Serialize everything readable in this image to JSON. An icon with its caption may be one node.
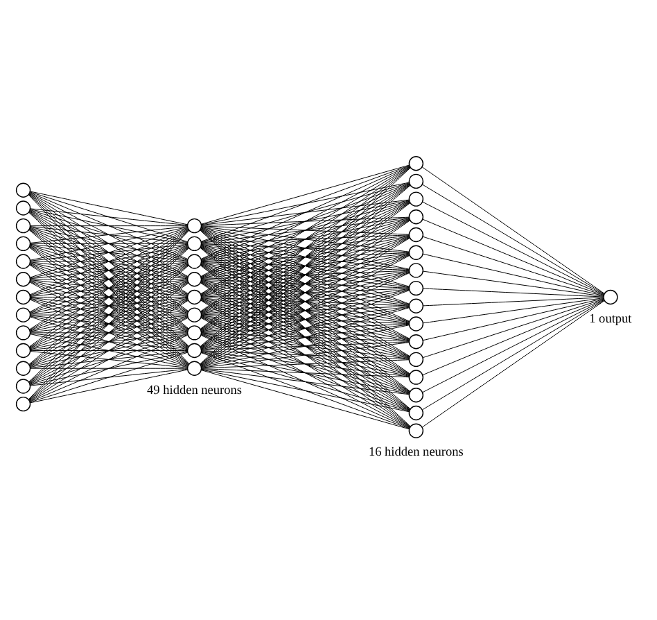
{
  "diagram": {
    "nodes": [
      {
        "text": [],
        "shape": "circle"
      },
      {
        "text": [],
        "shape": "circle"
      },
      {
        "text": [],
        "shape": "circle"
      },
      {
        "text": [],
        "shape": "circle"
      },
      {
        "text": [],
        "shape": "circle"
      },
      {
        "text": [],
        "shape": "circle"
      },
      {
        "text": [],
        "shape": "circle"
      },
      {
        "text": [],
        "shape": "circle"
      },
      {
        "text": [],
        "shape": "circle"
      },
      {
        "text": [],
        "shape": "circle"
      },
      {
        "text": [],
        "shape": "circle"
      },
      {
        "text": [],
        "shape": "circle"
      },
      {
        "text": [],
        "shape": "circle"
      },
      {
        "text": [],
        "shape": "circle"
      },
      {
        "text": [],
        "shape": "circle"
      },
      {
        "text": [],
        "shape": "circle"
      },
      {
        "text": [],
        "shape": "circle"
      },
      {
        "text": [],
        "shape": "circle"
      },
      {
        "text": [],
        "shape": "circle"
      },
      {
        "text": [],
        "shape": "circle"
      },
      {
        "text": [],
        "shape": "circle"
      },
      {
        "text": [],
        "shape": "circle"
      },
      {
        "text": [],
        "shape": "circle"
      },
      {
        "text": [],
        "shape": "circle"
      },
      {
        "text": [],
        "shape": "circle"
      },
      {
        "text": [],
        "shape": "circle"
      },
      {
        "text": [],
        "shape": "circle"
      },
      {
        "text": [],
        "shape": "circle"
      },
      {
        "text": [],
        "shape": "circle"
      },
      {
        "text": [],
        "shape": "circle"
      },
      {
        "text": [],
        "shape": "circle"
      },
      {
        "text": [],
        "shape": "circle"
      },
      {
        "text": [],
        "shape": "circle"
      },
      {
        "text": [],
        "shape": "circle"
      },
      {
        "text": [],
        "shape": "circle"
      },
      {
        "text": [],
        "shape": "circle"
      },
      {
        "text": [],
        "shape": "circle"
      },
      {
        "text": [],
        "shape": "circle"
      },
      {
        "text": [],
        "shape": "circle"
      }
    ],
    "edges": [
      {
        "from": 0,
        "to": 13,
        "arrow": "none"
      },
      {
        "from": 0,
        "to": 14,
        "arrow": "none"
      },
      {
        "from": 0,
        "to": 15,
        "arrow": "none"
      },
      {
        "from": 0,
        "to": 16,
        "arrow": "none"
      },
      {
        "from": 0,
        "to": 17,
        "arrow": "none"
      },
      {
        "from": 0,
        "to": 18,
        "arrow": "none"
      },
      {
        "from": 0,
        "to": 19,
        "arrow": "none"
      },
      {
        "from": 0,
        "to": 20,
        "arrow": "none"
      },
      {
        "from": 0,
        "to": 21,
        "arrow": "none"
      },
      {
        "from": 1,
        "to": 13,
        "arrow": "none"
      },
      {
        "from": 1,
        "to": 14,
        "arrow": "none"
      },
      {
        "from": 1,
        "to": 15,
        "arrow": "none"
      },
      {
        "from": 1,
        "to": 16,
        "arrow": "none"
      },
      {
        "from": 1,
        "to": 17,
        "arrow": "none"
      },
      {
        "from": 1,
        "to": 18,
        "arrow": "none"
      },
      {
        "from": 1,
        "to": 19,
        "arrow": "none"
      },
      {
        "from": 1,
        "to": 20,
        "arrow": "none"
      },
      {
        "from": 1,
        "to": 21,
        "arrow": "none"
      },
      {
        "from": 2,
        "to": 13,
        "arrow": "none"
      },
      {
        "from": 2,
        "to": 14,
        "arrow": "none"
      },
      {
        "from": 2,
        "to": 15,
        "arrow": "none"
      },
      {
        "from": 2,
        "to": 16,
        "arrow": "none"
      },
      {
        "from": 2,
        "to": 17,
        "arrow": "none"
      },
      {
        "from": 2,
        "to": 18,
        "arrow": "none"
      },
      {
        "from": 2,
        "to": 19,
        "arrow": "none"
      },
      {
        "from": 2,
        "to": 20,
        "arrow": "none"
      },
      {
        "from": 2,
        "to": 21,
        "arrow": "none"
      },
      {
        "from": 3,
        "to": 13,
        "arrow": "none"
      },
      {
        "from": 3,
        "to": 14,
        "arrow": "none"
      },
      {
        "from": 3,
        "to": 15,
        "arrow": "none"
      },
      {
        "from": 3,
        "to": 16,
        "arrow": "none"
      },
      {
        "from": 3,
        "to": 17,
        "arrow": "none"
      },
      {
        "from": 3,
        "to": 18,
        "arrow": "none"
      },
      {
        "from": 3,
        "to": 19,
        "arrow": "none"
      },
      {
        "from": 3,
        "to": 20,
        "arrow": "none"
      },
      {
        "from": 3,
        "to": 21,
        "arrow": "none"
      },
      {
        "from": 4,
        "to": 13,
        "arrow": "none"
      },
      {
        "from": 4,
        "to": 14,
        "arrow": "none"
      },
      {
        "from": 4,
        "to": 15,
        "arrow": "none"
      },
      {
        "from": 4,
        "to": 16,
        "arrow": "none"
      },
      {
        "from": 4,
        "to": 17,
        "arrow": "none"
      },
      {
        "from": 4,
        "to": 18,
        "arrow": "none"
      },
      {
        "from": 4,
        "to": 19,
        "arrow": "none"
      },
      {
        "from": 4,
        "to": 20,
        "arrow": "none"
      },
      {
        "from": 4,
        "to": 21,
        "arrow": "none"
      },
      {
        "from": 5,
        "to": 13,
        "arrow": "none"
      },
      {
        "from": 5,
        "to": 14,
        "arrow": "none"
      },
      {
        "from": 5,
        "to": 15,
        "arrow": "none"
      },
      {
        "from": 5,
        "to": 16,
        "arrow": "none"
      },
      {
        "from": 5,
        "to": 17,
        "arrow": "none"
      },
      {
        "from": 5,
        "to": 18,
        "arrow": "none"
      },
      {
        "from": 5,
        "to": 19,
        "arrow": "none"
      },
      {
        "from": 5,
        "to": 20,
        "arrow": "none"
      },
      {
        "from": 5,
        "to": 21,
        "arrow": "none"
      },
      {
        "from": 6,
        "to": 13,
        "arrow": "none"
      },
      {
        "from": 6,
        "to": 14,
        "arrow": "none"
      },
      {
        "from": 6,
        "to": 15,
        "arrow": "none"
      },
      {
        "from": 6,
        "to": 16,
        "arrow": "none"
      },
      {
        "from": 6,
        "to": 17,
        "arrow": "none"
      },
      {
        "from": 6,
        "to": 18,
        "arrow": "none"
      },
      {
        "from": 6,
        "to": 19,
        "arrow": "none"
      },
      {
        "from": 6,
        "to": 20,
        "arrow": "none"
      },
      {
        "from": 6,
        "to": 21,
        "arrow": "none"
      },
      {
        "from": 7,
        "to": 13,
        "arrow": "none"
      },
      {
        "from": 7,
        "to": 14,
        "arrow": "none"
      },
      {
        "from": 7,
        "to": 15,
        "arrow": "none"
      },
      {
        "from": 7,
        "to": 16,
        "arrow": "none"
      },
      {
        "from": 7,
        "to": 17,
        "arrow": "none"
      },
      {
        "from": 7,
        "to": 18,
        "arrow": "none"
      },
      {
        "from": 7,
        "to": 19,
        "arrow": "none"
      },
      {
        "from": 7,
        "to": 20,
        "arrow": "none"
      },
      {
        "from": 7,
        "to": 21,
        "arrow": "none"
      },
      {
        "from": 8,
        "to": 13,
        "arrow": "none"
      },
      {
        "from": 8,
        "to": 14,
        "arrow": "none"
      },
      {
        "from": 8,
        "to": 15,
        "arrow": "none"
      },
      {
        "from": 8,
        "to": 16,
        "arrow": "none"
      },
      {
        "from": 8,
        "to": 17,
        "arrow": "none"
      },
      {
        "from": 8,
        "to": 18,
        "arrow": "none"
      },
      {
        "from": 8,
        "to": 19,
        "arrow": "none"
      },
      {
        "from": 8,
        "to": 20,
        "arrow": "none"
      },
      {
        "from": 8,
        "to": 21,
        "arrow": "none"
      },
      {
        "from": 9,
        "to": 13,
        "arrow": "none"
      },
      {
        "from": 9,
        "to": 14,
        "arrow": "none"
      },
      {
        "from": 9,
        "to": 15,
        "arrow": "none"
      },
      {
        "from": 9,
        "to": 16,
        "arrow": "none"
      },
      {
        "from": 9,
        "to": 17,
        "arrow": "none"
      },
      {
        "from": 9,
        "to": 18,
        "arrow": "none"
      },
      {
        "from": 9,
        "to": 19,
        "arrow": "none"
      },
      {
        "from": 9,
        "to": 20,
        "arrow": "none"
      },
      {
        "from": 9,
        "to": 21,
        "arrow": "none"
      },
      {
        "from": 10,
        "to": 13,
        "arrow": "none"
      },
      {
        "from": 10,
        "to": 14,
        "arrow": "none"
      },
      {
        "from": 10,
        "to": 15,
        "arrow": "none"
      },
      {
        "from": 10,
        "to": 16,
        "arrow": "none"
      },
      {
        "from": 10,
        "to": 17,
        "arrow": "none"
      },
      {
        "from": 10,
        "to": 18,
        "arrow": "none"
      },
      {
        "from": 10,
        "to": 19,
        "arrow": "none"
      },
      {
        "from": 10,
        "to": 20,
        "arrow": "none"
      },
      {
        "from": 10,
        "to": 21,
        "arrow": "none"
      },
      {
        "from": 11,
        "to": 13,
        "arrow": "none"
      },
      {
        "from": 11,
        "to": 14,
        "arrow": "none"
      },
      {
        "from": 11,
        "to": 15,
        "arrow": "none"
      },
      {
        "from": 11,
        "to": 16,
        "arrow": "none"
      },
      {
        "from": 11,
        "to": 17,
        "arrow": "none"
      },
      {
        "from": 11,
        "to": 18,
        "arrow": "none"
      },
      {
        "from": 11,
        "to": 19,
        "arrow": "none"
      },
      {
        "from": 11,
        "to": 20,
        "arrow": "none"
      },
      {
        "from": 11,
        "to": 21,
        "arrow": "none"
      },
      {
        "from": 12,
        "to": 13,
        "arrow": "none"
      },
      {
        "from": 12,
        "to": 14,
        "arrow": "none"
      },
      {
        "from": 12,
        "to": 15,
        "arrow": "none"
      },
      {
        "from": 12,
        "to": 16,
        "arrow": "none"
      },
      {
        "from": 12,
        "to": 17,
        "arrow": "none"
      },
      {
        "from": 12,
        "to": 18,
        "arrow": "none"
      },
      {
        "from": 12,
        "to": 19,
        "arrow": "none"
      },
      {
        "from": 12,
        "to": 20,
        "arrow": "none"
      },
      {
        "from": 12,
        "to": 21,
        "arrow": "none"
      },
      {
        "from": 13,
        "to": 22,
        "arrow": "none"
      },
      {
        "from": 13,
        "to": 23,
        "arrow": "none"
      },
      {
        "from": 13,
        "to": 24,
        "arrow": "none"
      },
      {
        "from": 13,
        "to": 25,
        "arrow": "none"
      },
      {
        "from": 13,
        "to": 26,
        "arrow": "none"
      },
      {
        "from": 13,
        "to": 27,
        "arrow": "none"
      },
      {
        "from": 13,
        "to": 28,
        "arrow": "none"
      },
      {
        "from": 13,
        "to": 29,
        "arrow": "none"
      },
      {
        "from": 13,
        "to": 30,
        "arrow": "none"
      },
      {
        "from": 13,
        "to": 31,
        "arrow": "none"
      },
      {
        "from": 13,
        "to": 32,
        "arrow": "none"
      },
      {
        "from": 13,
        "to": 33,
        "arrow": "none"
      },
      {
        "from": 13,
        "to": 34,
        "arrow": "none"
      },
      {
        "from": 13,
        "to": 35,
        "arrow": "none"
      },
      {
        "from": 13,
        "to": 36,
        "arrow": "none"
      },
      {
        "from": 13,
        "to": 37,
        "arrow": "none"
      },
      {
        "from": 14,
        "to": 22,
        "arrow": "none"
      },
      {
        "from": 14,
        "to": 23,
        "arrow": "none"
      },
      {
        "from": 14,
        "to": 24,
        "arrow": "none"
      },
      {
        "from": 14,
        "to": 25,
        "arrow": "none"
      },
      {
        "from": 14,
        "to": 26,
        "arrow": "none"
      },
      {
        "from": 14,
        "to": 27,
        "arrow": "none"
      },
      {
        "from": 14,
        "to": 28,
        "arrow": "none"
      },
      {
        "from": 14,
        "to": 29,
        "arrow": "none"
      },
      {
        "from": 14,
        "to": 30,
        "arrow": "none"
      },
      {
        "from": 14,
        "to": 31,
        "arrow": "none"
      },
      {
        "from": 14,
        "to": 32,
        "arrow": "none"
      },
      {
        "from": 14,
        "to": 33,
        "arrow": "none"
      },
      {
        "from": 14,
        "to": 34,
        "arrow": "none"
      },
      {
        "from": 14,
        "to": 35,
        "arrow": "none"
      },
      {
        "from": 14,
        "to": 36,
        "arrow": "none"
      },
      {
        "from": 14,
        "to": 37,
        "arrow": "none"
      },
      {
        "from": 15,
        "to": 22,
        "arrow": "none"
      },
      {
        "from": 15,
        "to": 23,
        "arrow": "none"
      },
      {
        "from": 15,
        "to": 24,
        "arrow": "none"
      },
      {
        "from": 15,
        "to": 25,
        "arrow": "none"
      },
      {
        "from": 15,
        "to": 26,
        "arrow": "none"
      },
      {
        "from": 15,
        "to": 27,
        "arrow": "none"
      },
      {
        "from": 15,
        "to": 28,
        "arrow": "none"
      },
      {
        "from": 15,
        "to": 29,
        "arrow": "none"
      },
      {
        "from": 15,
        "to": 30,
        "arrow": "none"
      },
      {
        "from": 15,
        "to": 31,
        "arrow": "none"
      },
      {
        "from": 15,
        "to": 32,
        "arrow": "none"
      },
      {
        "from": 15,
        "to": 33,
        "arrow": "none"
      },
      {
        "from": 15,
        "to": 34,
        "arrow": "none"
      },
      {
        "from": 15,
        "to": 35,
        "arrow": "none"
      },
      {
        "from": 15,
        "to": 36,
        "arrow": "none"
      },
      {
        "from": 15,
        "to": 37,
        "arrow": "none"
      },
      {
        "from": 16,
        "to": 22,
        "arrow": "none"
      },
      {
        "from": 16,
        "to": 23,
        "arrow": "none"
      },
      {
        "from": 16,
        "to": 24,
        "arrow": "none"
      },
      {
        "from": 16,
        "to": 25,
        "arrow": "none"
      },
      {
        "from": 16,
        "to": 26,
        "arrow": "none"
      },
      {
        "from": 16,
        "to": 27,
        "arrow": "none"
      },
      {
        "from": 16,
        "to": 28,
        "arrow": "none"
      },
      {
        "from": 16,
        "to": 29,
        "arrow": "none"
      },
      {
        "from": 16,
        "to": 30,
        "arrow": "none"
      },
      {
        "from": 16,
        "to": 31,
        "arrow": "none"
      },
      {
        "from": 16,
        "to": 32,
        "arrow": "none"
      },
      {
        "from": 16,
        "to": 33,
        "arrow": "none"
      },
      {
        "from": 16,
        "to": 34,
        "arrow": "none"
      },
      {
        "from": 16,
        "to": 35,
        "arrow": "none"
      },
      {
        "from": 16,
        "to": 36,
        "arrow": "none"
      },
      {
        "from": 16,
        "to": 37,
        "arrow": "none"
      },
      {
        "from": 17,
        "to": 22,
        "arrow": "none"
      },
      {
        "from": 17,
        "to": 23,
        "arrow": "none"
      },
      {
        "from": 17,
        "to": 24,
        "arrow": "none"
      },
      {
        "from": 17,
        "to": 25,
        "arrow": "none"
      },
      {
        "from": 17,
        "to": 26,
        "arrow": "none"
      },
      {
        "from": 17,
        "to": 27,
        "arrow": "none"
      },
      {
        "from": 17,
        "to": 28,
        "arrow": "none"
      },
      {
        "from": 17,
        "to": 29,
        "arrow": "none"
      },
      {
        "from": 17,
        "to": 30,
        "arrow": "none"
      },
      {
        "from": 17,
        "to": 31,
        "arrow": "none"
      },
      {
        "from": 17,
        "to": 32,
        "arrow": "none"
      },
      {
        "from": 17,
        "to": 33,
        "arrow": "none"
      },
      {
        "from": 17,
        "to": 34,
        "arrow": "none"
      },
      {
        "from": 17,
        "to": 35,
        "arrow": "none"
      },
      {
        "from": 17,
        "to": 36,
        "arrow": "none"
      },
      {
        "from": 17,
        "to": 37,
        "arrow": "none"
      },
      {
        "from": 18,
        "to": 22,
        "arrow": "none"
      },
      {
        "from": 18,
        "to": 23,
        "arrow": "none"
      },
      {
        "from": 18,
        "to": 24,
        "arrow": "none"
      },
      {
        "from": 18,
        "to": 25,
        "arrow": "none"
      },
      {
        "from": 18,
        "to": 26,
        "arrow": "none"
      },
      {
        "from": 18,
        "to": 27,
        "arrow": "none"
      },
      {
        "from": 18,
        "to": 28,
        "arrow": "none"
      },
      {
        "from": 18,
        "to": 29,
        "arrow": "none"
      },
      {
        "from": 18,
        "to": 30,
        "arrow": "none"
      },
      {
        "from": 18,
        "to": 31,
        "arrow": "none"
      },
      {
        "from": 18,
        "to": 32,
        "arrow": "none"
      },
      {
        "from": 18,
        "to": 33,
        "arrow": "none"
      },
      {
        "from": 18,
        "to": 34,
        "arrow": "none"
      },
      {
        "from": 18,
        "to": 35,
        "arrow": "none"
      },
      {
        "from": 18,
        "to": 36,
        "arrow": "none"
      },
      {
        "from": 18,
        "to": 37,
        "arrow": "none"
      },
      {
        "from": 19,
        "to": 22,
        "arrow": "none"
      },
      {
        "from": 19,
        "to": 23,
        "arrow": "none"
      },
      {
        "from": 19,
        "to": 24,
        "arrow": "none"
      },
      {
        "from": 19,
        "to": 25,
        "arrow": "none"
      },
      {
        "from": 19,
        "to": 26,
        "arrow": "none"
      },
      {
        "from": 19,
        "to": 27,
        "arrow": "none"
      },
      {
        "from": 19,
        "to": 28,
        "arrow": "none"
      },
      {
        "from": 19,
        "to": 29,
        "arrow": "none"
      },
      {
        "from": 19,
        "to": 30,
        "arrow": "none"
      },
      {
        "from": 19,
        "to": 31,
        "arrow": "none"
      },
      {
        "from": 19,
        "to": 32,
        "arrow": "none"
      },
      {
        "from": 19,
        "to": 33,
        "arrow": "none"
      },
      {
        "from": 19,
        "to": 34,
        "arrow": "none"
      },
      {
        "from": 19,
        "to": 35,
        "arrow": "none"
      },
      {
        "from": 19,
        "to": 36,
        "arrow": "none"
      },
      {
        "from": 19,
        "to": 37,
        "arrow": "none"
      },
      {
        "from": 20,
        "to": 22,
        "arrow": "none"
      },
      {
        "from": 20,
        "to": 23,
        "arrow": "none"
      },
      {
        "from": 20,
        "to": 24,
        "arrow": "none"
      },
      {
        "from": 20,
        "to": 25,
        "arrow": "none"
      },
      {
        "from": 20,
        "to": 26,
        "arrow": "none"
      },
      {
        "from": 20,
        "to": 27,
        "arrow": "none"
      },
      {
        "from": 20,
        "to": 28,
        "arrow": "none"
      },
      {
        "from": 20,
        "to": 29,
        "arrow": "none"
      },
      {
        "from": 20,
        "to": 30,
        "arrow": "none"
      },
      {
        "from": 20,
        "to": 31,
        "arrow": "none"
      },
      {
        "from": 20,
        "to": 32,
        "arrow": "none"
      },
      {
        "from": 20,
        "to": 33,
        "arrow": "none"
      },
      {
        "from": 20,
        "to": 34,
        "arrow": "none"
      },
      {
        "from": 20,
        "to": 35,
        "arrow": "none"
      },
      {
        "from": 20,
        "to": 36,
        "arrow": "none"
      },
      {
        "from": 20,
        "to": 37,
        "arrow": "none"
      },
      {
        "from": 21,
        "to": 22,
        "arrow": "none"
      },
      {
        "from": 21,
        "to": 23,
        "arrow": "none"
      },
      {
        "from": 21,
        "to": 24,
        "arrow": "none"
      },
      {
        "from": 21,
        "to": 25,
        "arrow": "none"
      },
      {
        "from": 21,
        "to": 26,
        "arrow": "none"
      },
      {
        "from": 21,
        "to": 27,
        "arrow": "none"
      },
      {
        "from": 21,
        "to": 28,
        "arrow": "none"
      },
      {
        "from": 21,
        "to": 29,
        "arrow": "none"
      },
      {
        "from": 21,
        "to": 30,
        "arrow": "none"
      },
      {
        "from": 21,
        "to": 31,
        "arrow": "none"
      },
      {
        "from": 21,
        "to": 32,
        "arrow": "none"
      },
      {
        "from": 21,
        "to": 33,
        "arrow": "none"
      },
      {
        "from": 21,
        "to": 34,
        "arrow": "none"
      },
      {
        "from": 21,
        "to": 35,
        "arrow": "none"
      },
      {
        "from": 21,
        "to": 36,
        "arrow": "none"
      },
      {
        "from": 21,
        "to": 37,
        "arrow": "none"
      },
      {
        "from": 22,
        "to": 38,
        "arrow": "none"
      },
      {
        "from": 23,
        "to": 38,
        "arrow": "none"
      },
      {
        "from": 24,
        "to": 38,
        "arrow": "none"
      },
      {
        "from": 25,
        "to": 38,
        "arrow": "none"
      },
      {
        "from": 26,
        "to": 38,
        "arrow": "none"
      },
      {
        "from": 27,
        "to": 38,
        "arrow": "none"
      },
      {
        "from": 28,
        "to": 38,
        "arrow": "none"
      },
      {
        "from": 29,
        "to": 38,
        "arrow": "none"
      },
      {
        "from": 30,
        "to": 38,
        "arrow": "none"
      },
      {
        "from": 31,
        "to": 38,
        "arrow": "none"
      },
      {
        "from": 32,
        "to": 38,
        "arrow": "none"
      },
      {
        "from": 33,
        "to": 38,
        "arrow": "none"
      },
      {
        "from": 34,
        "to": 38,
        "arrow": "none"
      },
      {
        "from": 35,
        "to": 38,
        "arrow": "none"
      },
      {
        "from": 36,
        "to": 38,
        "arrow": "none"
      },
      {
        "from": 37,
        "to": 38,
        "arrow": "none"
      }
    ],
    "labels": [
      "49 hidden neurons",
      "16 hidden neurons",
      "1 output"
    ]
  }
}
